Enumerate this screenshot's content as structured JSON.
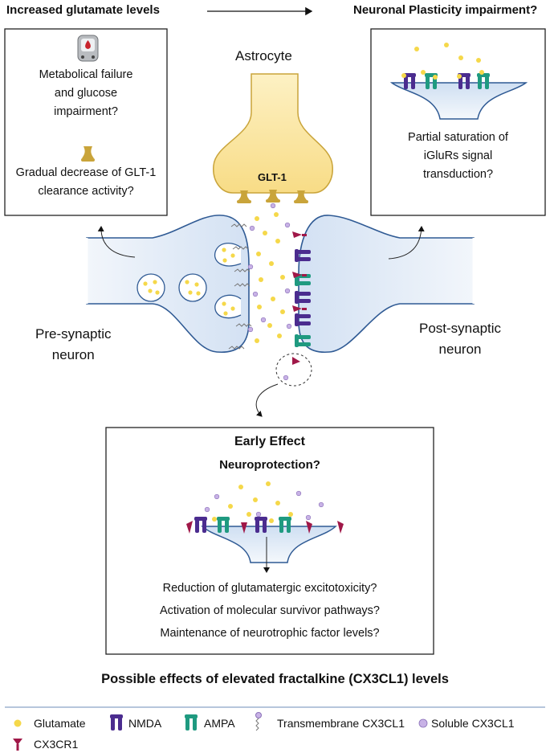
{
  "headers": {
    "left": "Increased glutamate levels",
    "right": "Neuronal Plasticity impairment?"
  },
  "left_box": {
    "line1": "Metabolical failure",
    "line2": "and glucose",
    "line3": "impairment?",
    "line4": "Gradual decrease of GLT-1",
    "line5": "clearance activity?",
    "icons": [
      "glucose-meter-icon",
      "glt1-transporter-icon"
    ]
  },
  "right_box": {
    "line1": "Partial saturation of",
    "line2": "iGluRs signal",
    "line3": "transduction?"
  },
  "astrocyte_label": "Astrocyte",
  "glt1_label": "GLT-1",
  "pre_label": {
    "line1": "Pre-synaptic",
    "line2": "neuron"
  },
  "post_label": {
    "line1": "Post-synaptic",
    "line2": "neuron"
  },
  "bottom_box": {
    "title": "Early Effect",
    "subtitle": "Neuroprotection?",
    "item1": "Reduction of glutamatergic excitotoxicity?",
    "item2": "Activation of molecular survivor pathways?",
    "item3": "Maintenance of neurotrophic factor levels?"
  },
  "main_title": "Possible effects of elevated fractalkine (CX3CL1) levels",
  "legend": {
    "glutamate": "Glutamate",
    "nmda": "NMDA",
    "ampa": "AMPA",
    "transmembrane": "Transmembrane CX3CL1",
    "soluble": "Soluble CX3CL1",
    "cx3cr1": "CX3CR1"
  },
  "colors": {
    "glutamate": "#f5d84a",
    "nmda": "#4b2c8f",
    "ampa": "#1f9a80",
    "cx3cr1": "#a01848",
    "soluble": "#c8b2e6",
    "neuron_fill": "#dce7f5",
    "neuron_stroke": "#2f5a94",
    "astrocyte_fill": "#fbe59a",
    "astrocyte_stroke": "#c9a43a"
  }
}
